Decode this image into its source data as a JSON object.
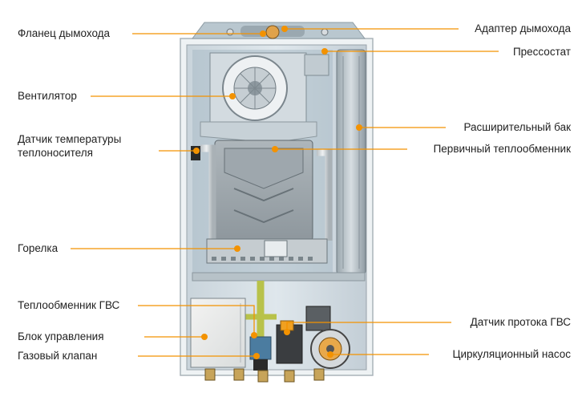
{
  "accent_color": "#f39200",
  "labels": {
    "flue_flange": "Фланец дымохода",
    "flue_adapter": "Адаптер дымохода",
    "pressure_switch": "Прессостат",
    "fan": "Вентилятор",
    "coolant_temp_sensor": "Датчик температуры теплоносителя",
    "expansion_tank": "Расширительный бак",
    "primary_heat_exchanger": "Первичный теплообменник",
    "burner": "Горелка",
    "dhw_heat_exchanger": "Теплообменник ГВС",
    "dhw_flow_sensor": "Датчик протока ГВС",
    "control_unit": "Блок управления",
    "gas_valve": "Газовый клапан",
    "circulation_pump": "Циркуляционный насос"
  }
}
